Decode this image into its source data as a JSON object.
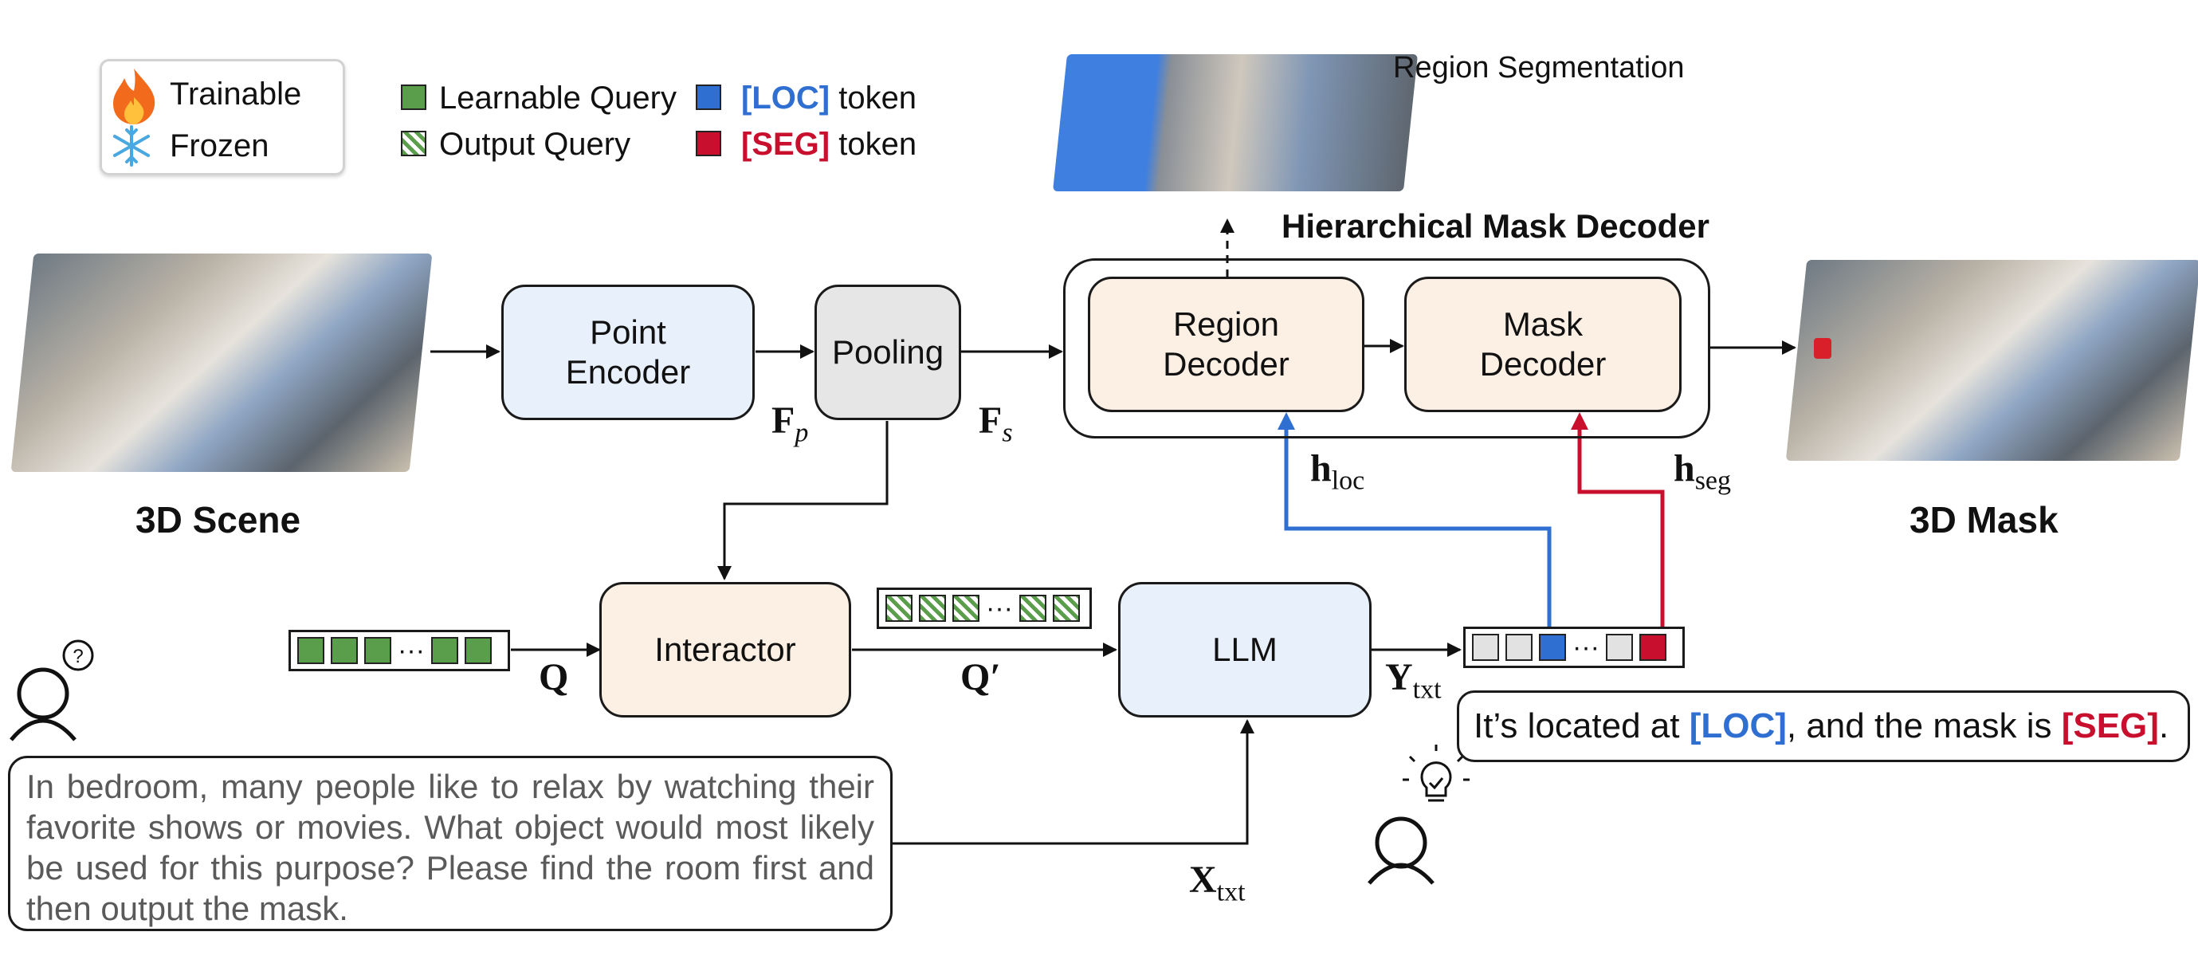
{
  "legend": {
    "trainable": "Trainable",
    "frozen": "Frozen",
    "learnable_query": "Learnable Query",
    "output_query": "Output Query",
    "loc_token_tag": "[LOC]",
    "seg_token_tag": "[SEG]",
    "token_word": "token"
  },
  "labels": {
    "region_segmentation": "Region Segmentation",
    "hierarchical_mask_decoder": "Hierarchical Mask Decoder",
    "scene_3d": "3D Scene",
    "mask_3d": "3D Mask"
  },
  "blocks": {
    "point_encoder_1": "Point",
    "point_encoder_2": "Encoder",
    "pooling": "Pooling",
    "region_decoder_1": "Region",
    "region_decoder_2": "Decoder",
    "mask_decoder_1": "Mask",
    "mask_decoder_2": "Decoder",
    "interactor": "Interactor",
    "llm": "LLM"
  },
  "math": {
    "Fp": "F",
    "Fp_sub": "p",
    "Fs": "F",
    "Fs_sub": "s",
    "hloc": "h",
    "hloc_sub": "loc",
    "hseg": "h",
    "hseg_sub": "seg",
    "Q": "Q",
    "Qprime": "Q′",
    "Ytxt": "Y",
    "Ytxt_sub": "txt",
    "Xtxt": "X",
    "Xtxt_sub": "txt"
  },
  "ellipsis": "···",
  "question_mark": "?",
  "question_text": "In bedroom, many people like to relax by watching their favorite shows or movies. What object would most likely be used for this purpose? Please find the room first and then output the mask.",
  "answer": {
    "part1": "It’s located at ",
    "loc": "[LOC]",
    "part2": ", and the mask is ",
    "seg": "[SEG]",
    "part3": "."
  },
  "colors": {
    "loc_blue": "#2f6fd1",
    "seg_red": "#c8102e",
    "query_green": "#5a9e4b",
    "frozen_blue": "#e8f0fb",
    "trainable_peach": "#fcefe3"
  },
  "icons": [
    "fire-icon",
    "snowflake-icon",
    "person-icon",
    "lightbulb-icon"
  ]
}
